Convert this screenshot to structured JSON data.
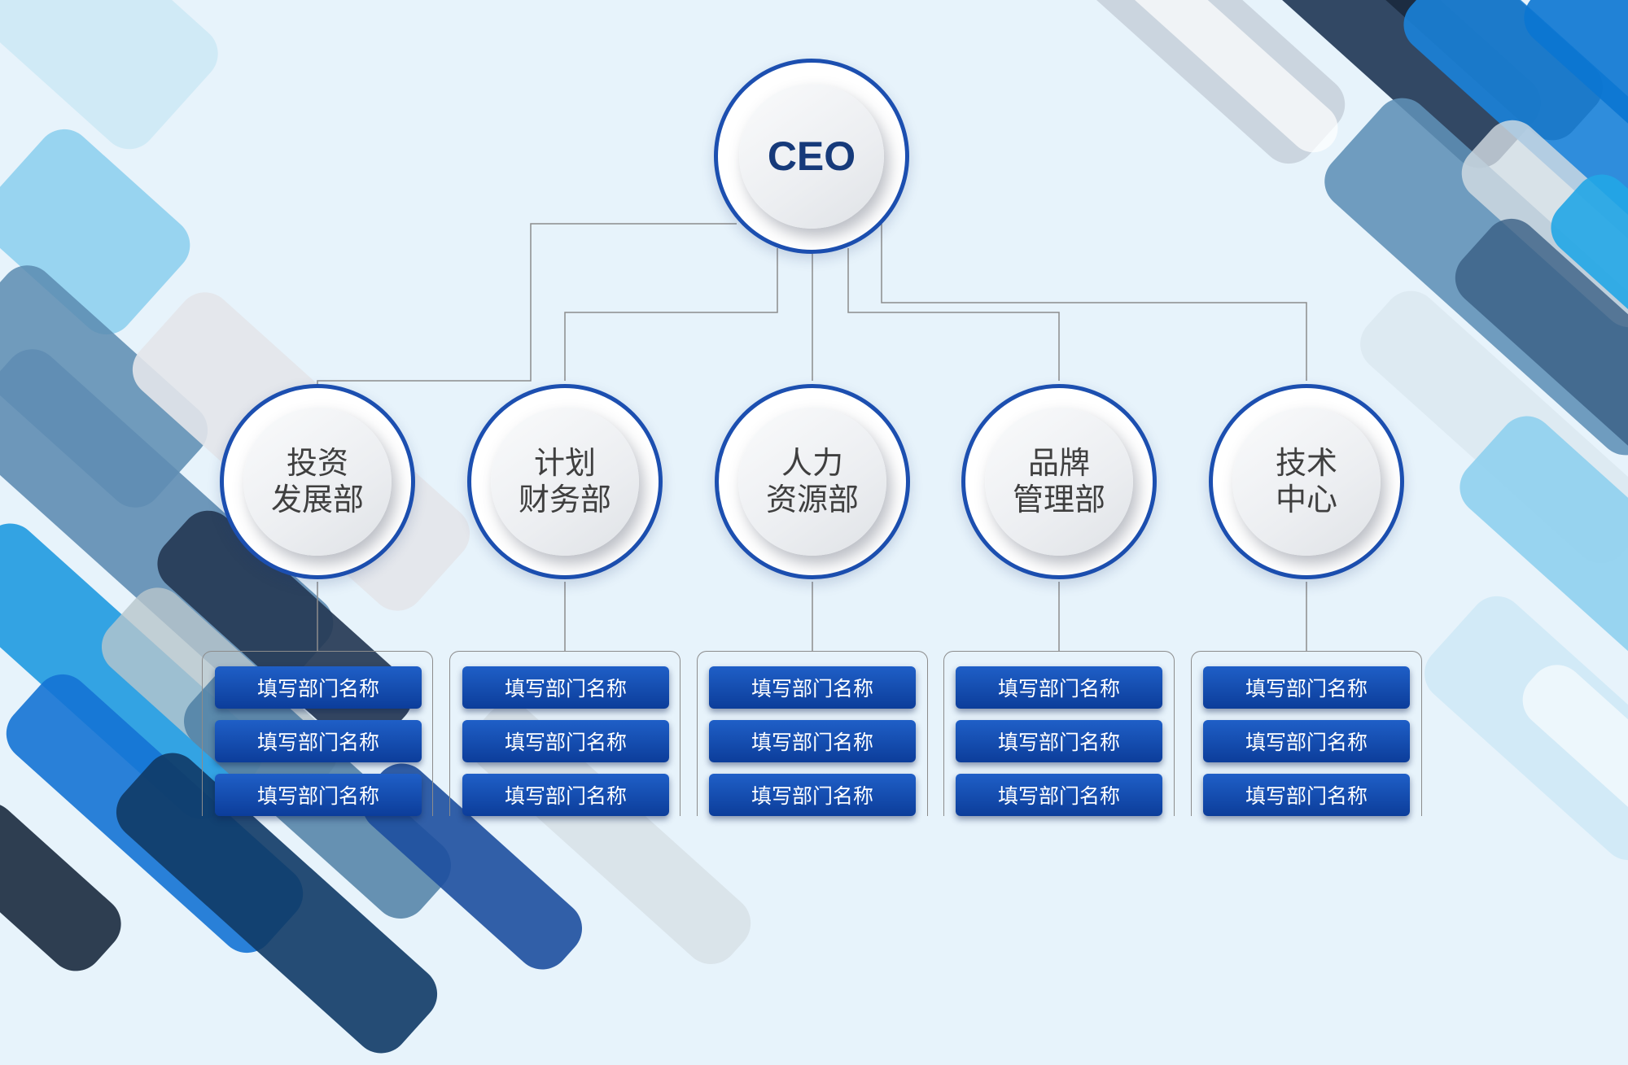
{
  "ceo": {
    "label": "CEO"
  },
  "departments": [
    {
      "label": "投资\n发展部",
      "subunits": [
        "填写部门名称",
        "填写部门名称",
        "填写部门名称"
      ]
    },
    {
      "label": "计划\n财务部",
      "subunits": [
        "填写部门名称",
        "填写部门名称",
        "填写部门名称"
      ]
    },
    {
      "label": "人力\n资源部",
      "subunits": [
        "填写部门名称",
        "填写部门名称",
        "填写部门名称"
      ]
    },
    {
      "label": "品牌\n管理部",
      "subunits": [
        "填写部门名称",
        "填写部门名称",
        "填写部门名称"
      ]
    },
    {
      "label": "技术\n中心",
      "subunits": [
        "填写部门名称",
        "填写部门名称",
        "填写部门名称"
      ]
    }
  ],
  "colors": {
    "ring": "#1c4fb0",
    "subunit": "#1450b8",
    "background": "#e7f3fb",
    "connector": "#8c8c8c"
  }
}
